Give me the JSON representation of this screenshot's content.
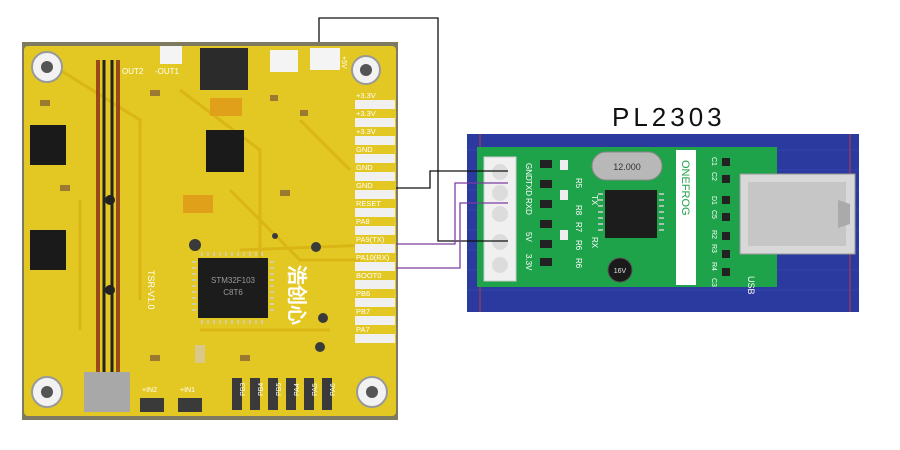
{
  "usb_module": {
    "title": "PL2303",
    "brand": "ONEFROG",
    "crystal": "12.000",
    "cap_label": "16V",
    "usb_label": "USB",
    "pins": [
      "GND",
      "TXD",
      "RXD",
      "5V",
      "3.3V"
    ],
    "left_labels": [
      "R5",
      "R8",
      "R7",
      "R6",
      "R6"
    ],
    "led_labels": [
      "TX",
      "RX"
    ],
    "right_labels": [
      "C1",
      "C2",
      "D1",
      "C5",
      "R2",
      "R3",
      "R4",
      "C3"
    ],
    "colors": {
      "board": "#1fa34a",
      "text": "#ffffff",
      "cloth": "#2a3a9e"
    }
  },
  "mcu_board": {
    "chinese_brand": "浩创心",
    "mcu_marking": [
      "STM32F103",
      "C8T6"
    ],
    "model_text": "TSR-V1.0",
    "right_pins": [
      "+3.3V",
      "+3.3V",
      "+3.3V",
      "GND",
      "GND",
      "GND",
      "RESET",
      "PA8",
      "PA9(TX)",
      "PA10(RX)",
      "BOOT0",
      "PB6",
      "PB7",
      "PA7"
    ],
    "bottom_pins": [
      "PB3",
      "PB4",
      "PB5",
      "PA4",
      "PA5",
      "PA6"
    ],
    "top_labels": [
      "OUT2",
      "-OUT1",
      "+5V"
    ],
    "bottom_labels": [
      "+IN2",
      "+IN1"
    ],
    "colors": {
      "board": "#e3c823",
      "text": "#ffffff"
    }
  },
  "wires": {
    "color_black": "#111111",
    "color_purple": "#7a3fa0"
  }
}
